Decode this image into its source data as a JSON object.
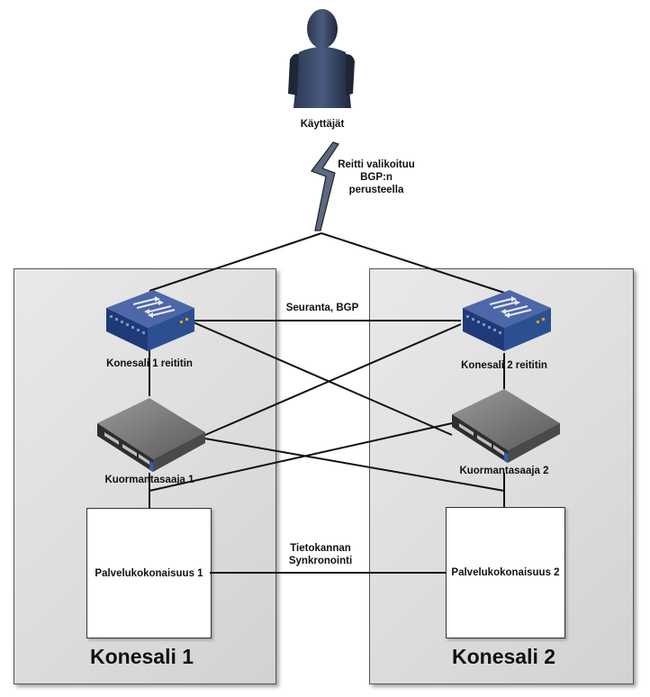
{
  "user": {
    "label": "Käyttäjät"
  },
  "uplink": {
    "label_line1": "Reitti valikoituu",
    "label_line2": "BGP:n",
    "label_line3": "perusteella"
  },
  "datacenter1": {
    "title": "Konesali 1",
    "router_label": "Konesali 1 reititin",
    "lb_label": "Kuormantasaaja 1",
    "service_label": "Palvelukokonaisuus 1"
  },
  "datacenter2": {
    "title": "Konesali 2",
    "router_label": "Konesali 2 reititin",
    "lb_label": "Kuormantasaaja 2",
    "service_label": "Palvelukokonaisuus 2"
  },
  "links": {
    "router_link": "Seuranta, BGP",
    "db_sync_line1": "Tietokannan",
    "db_sync_line2": "Synkronointi"
  },
  "colors": {
    "router_blue": "#2d4a86",
    "server_dark": "#3a3a3a",
    "user_figure": "#3b4b6b"
  }
}
